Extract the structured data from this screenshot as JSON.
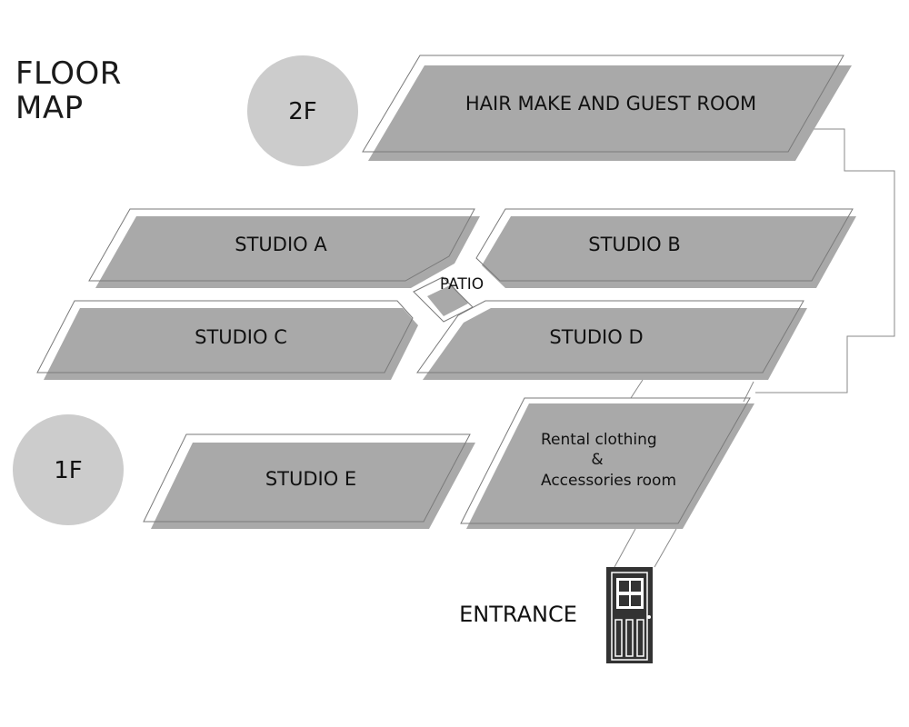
{
  "title": {
    "line1": "FLOOR",
    "line2": "MAP"
  },
  "floors": {
    "second": "2F",
    "first": "1F"
  },
  "rooms": {
    "hair_make": "HAIR MAKE AND GUEST ROOM",
    "studio_a": "STUDIO A",
    "studio_b": "STUDIO B",
    "patio": "PATIO",
    "studio_c": "STUDIO C",
    "studio_d": "STUDIO D",
    "studio_e": "STUDIO E",
    "rental_line1": "Rental clothing",
    "rental_line2": "&",
    "rental_line3": "Accessories room"
  },
  "entrance": "ENTRANCE",
  "colors": {
    "room_fill": "#a9a9a9",
    "floor_badge": "#cccccc",
    "outline": "#7a7a7a",
    "door": "#333333"
  },
  "icons": {
    "entrance": "door-icon"
  }
}
